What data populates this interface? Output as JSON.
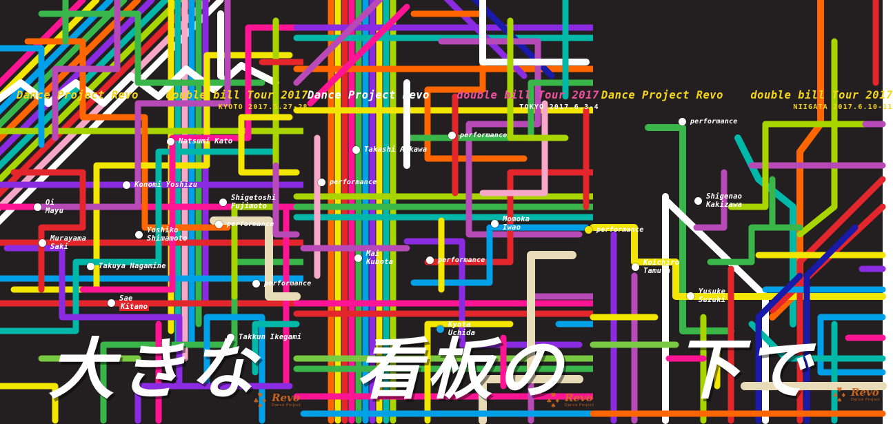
{
  "poster": {
    "background_color": "#231f20",
    "big_copy_line": "大きな看板の下で",
    "big_copy_parts": [
      "大きな",
      "看板の",
      "下で"
    ]
  },
  "panels": [
    {
      "id": "kyoto",
      "heading": {
        "title_part1": "Dance Project Revo",
        "title_part2": "double bill Tour 2017",
        "date": "KYOTO 2017.5.27-28"
      },
      "stations": [
        {
          "label": "Natsumi Kato",
          "dot": "white"
        },
        {
          "label": "Konomi Yoshizu",
          "dot": "white"
        },
        {
          "label": "Oi\nMayu",
          "dot": "white"
        },
        {
          "label": "Shigetoshi\nFujimoto",
          "dot": "white"
        },
        {
          "label": "performance",
          "dot": "white"
        },
        {
          "label": "Yoshiko\nShimamoto",
          "dot": "white"
        },
        {
          "label": "Murayama\nSaki",
          "dot": "white"
        },
        {
          "label": "Takuya Nagamine",
          "dot": "white"
        },
        {
          "label": "Sae\nKitano",
          "dot": "white",
          "highlight_line": 2
        },
        {
          "label": "performance",
          "dot": "white"
        },
        {
          "label": "Takkun Ikegami",
          "dot": "white"
        }
      ]
    },
    {
      "id": "tokyo",
      "heading": {
        "title_part1": "Dance Project Revo",
        "title_part2": "double bill Tour 2017",
        "date": "TOKYO 2017.6.3-4"
      },
      "stations": [
        {
          "label": "performance",
          "dot": "white"
        },
        {
          "label": "Takashi Aikawa",
          "dot": "white"
        },
        {
          "label": "performance",
          "dot": "white"
        },
        {
          "label": "Momoka\nIwao",
          "dot": "white"
        },
        {
          "label": "Mai\nKubota",
          "dot": "white"
        },
        {
          "label": "performance",
          "dot": "white"
        },
        {
          "label": "Kyota\nUchida",
          "dot": "blue"
        }
      ]
    },
    {
      "id": "niigata",
      "heading": {
        "title_part1": "Dance Project Revo",
        "title_part2": "double bill Tour 2017",
        "date": "NIIGATA 2017.6.10-11"
      },
      "stations": [
        {
          "label": "performance",
          "dot": "white"
        },
        {
          "label": "Shigenao\nKakizawa",
          "dot": "white"
        },
        {
          "label": "performance",
          "dot": "yellow"
        },
        {
          "label": "Koichiro\nTamura",
          "dot": "white"
        },
        {
          "label": "Yusuke\nSuzuki",
          "dot": "white"
        }
      ]
    }
  ],
  "logo": {
    "name": "Revo",
    "subtitle": "Dance Project",
    "suits": [
      "♥",
      "♣",
      "♦",
      "♠"
    ],
    "color": "#d2691e"
  },
  "colors": {
    "background": "#231f20",
    "accent_red": "#e3262b",
    "line_palette": [
      "#f2e600",
      "#ff1493",
      "#00a0e9",
      "#39b54a",
      "#8a2be2",
      "#ff6600",
      "#e3262b",
      "#00b7a8",
      "#a8d400",
      "#b84ab8",
      "#f7a8c8",
      "#1a1aa8",
      "#ffffff",
      "#e8dcb8",
      "#7ac943"
    ]
  }
}
